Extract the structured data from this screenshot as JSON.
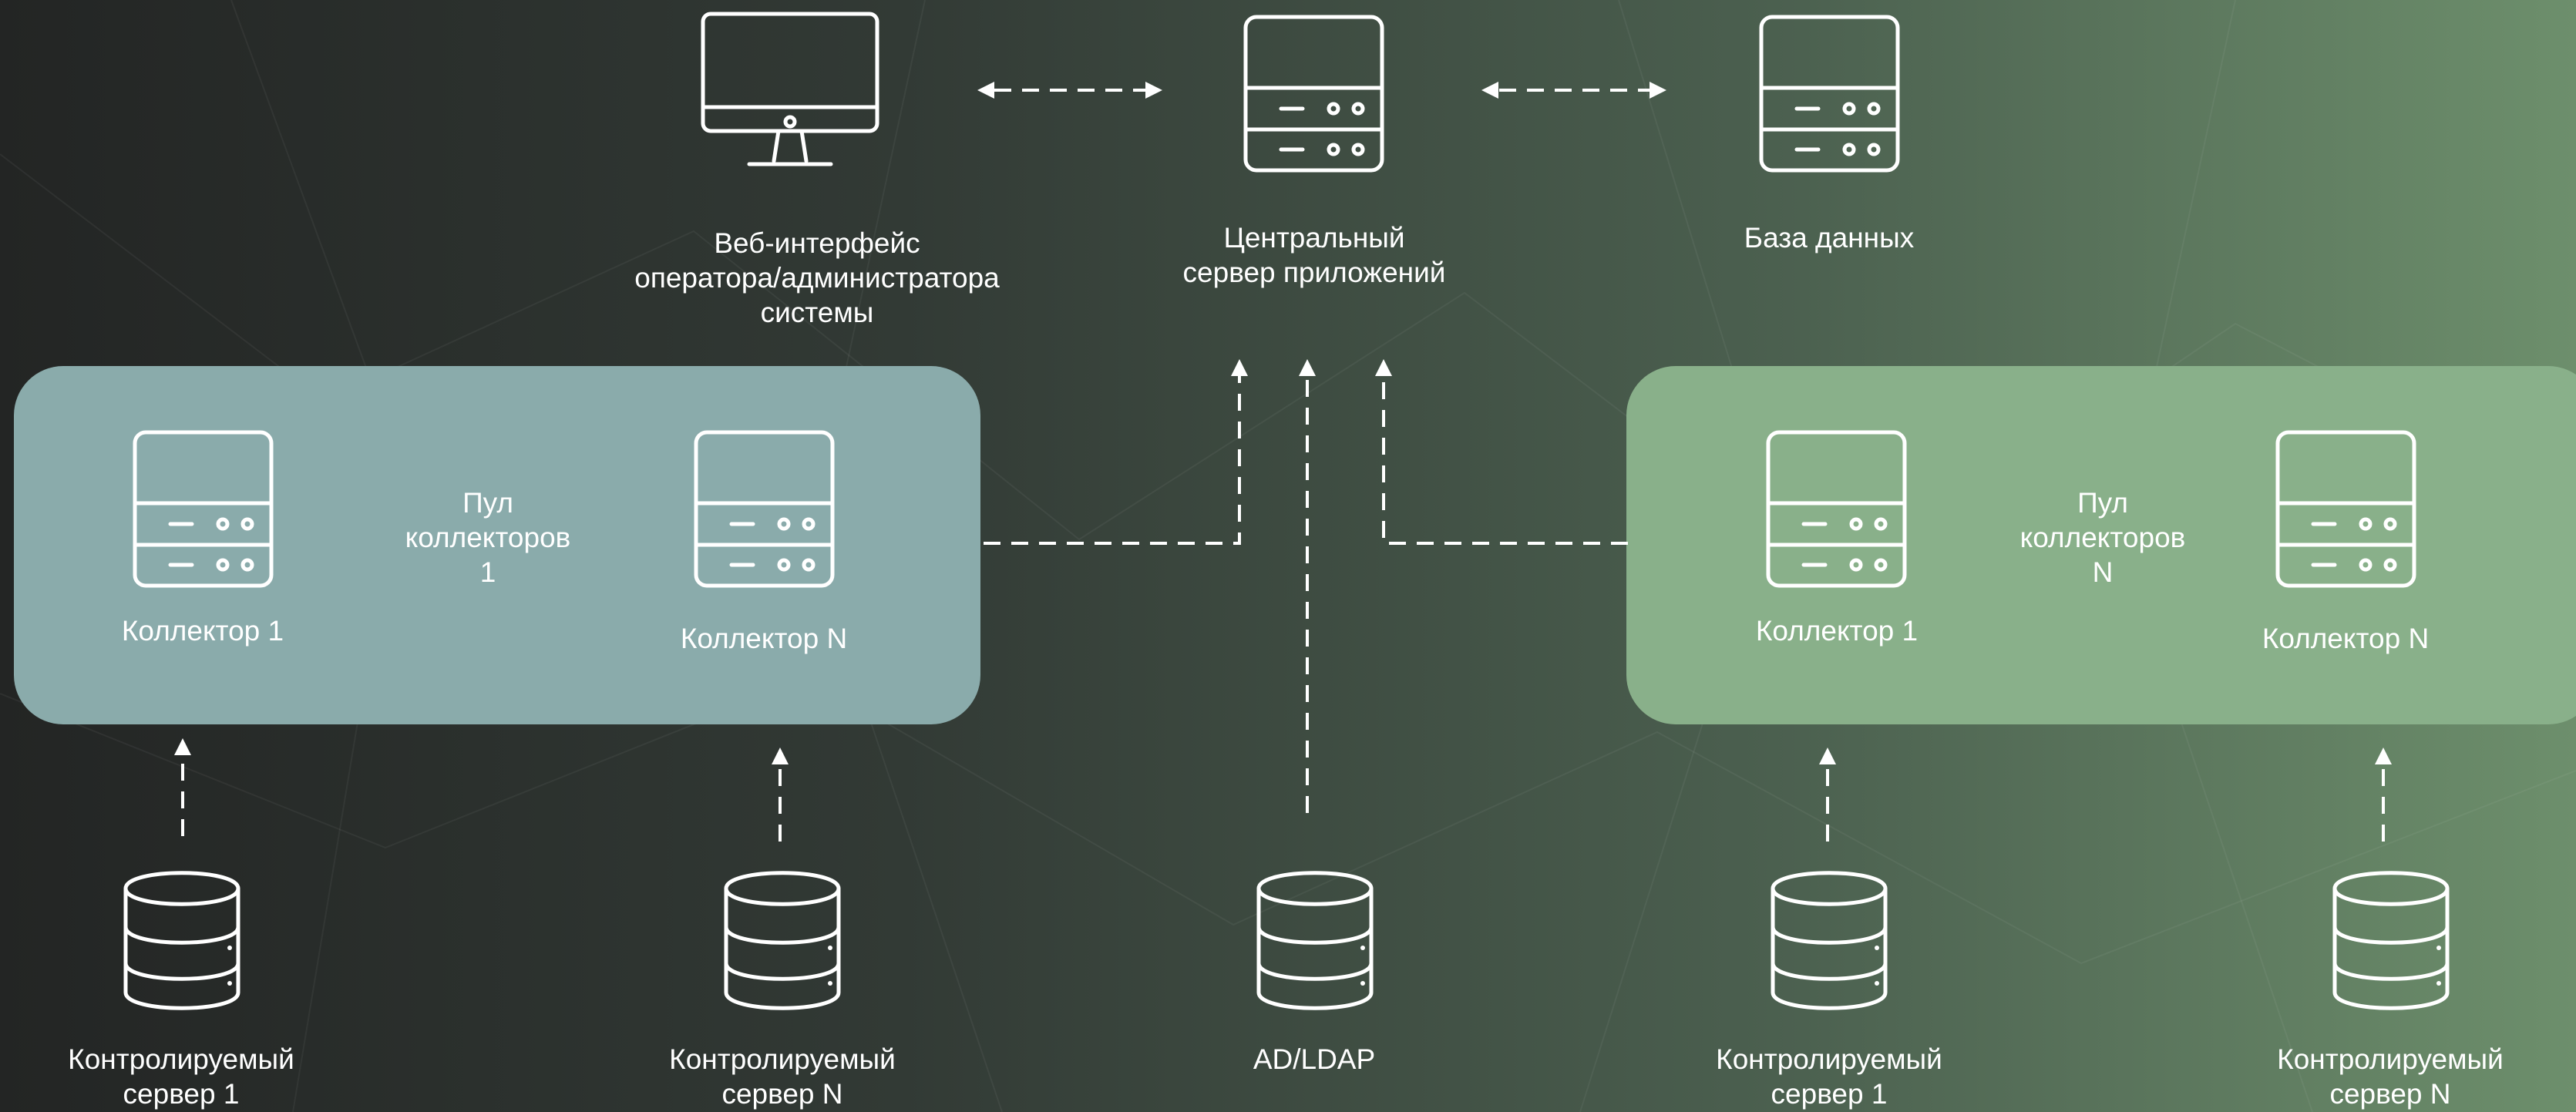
{
  "colors": {
    "background_left": "#242625",
    "background_right": "#6b8c68",
    "pool_1": "#8aabab",
    "pool_n": "#89b08a",
    "lines": "#ffffff"
  },
  "top": {
    "web_ui": {
      "label": "Веб-интерфейс\nоператора/администратора\nсистемы",
      "icon": "monitor-icon"
    },
    "app_server": {
      "label": "Центральный\nсервер приложений",
      "icon": "server-icon"
    },
    "database": {
      "label": "База данных",
      "icon": "server-icon"
    }
  },
  "pool_1": {
    "title": "Пул\nколлекторов\n1",
    "collector_1": "Коллектор 1",
    "collector_n": "Коллектор N"
  },
  "pool_n": {
    "title": "Пул\nколлекторов\nN",
    "collector_1": "Коллектор 1",
    "collector_n": "Коллектор N"
  },
  "bottom": {
    "monitored_1a": "Контролируемый\nсервер  1",
    "monitored_na": "Контролируемый\nсервер  N",
    "ad_ldap": "AD/LDAP",
    "monitored_1b": "Контролируемый\nсервер  1",
    "monitored_nb": "Контролируемый\nсервер  N"
  }
}
